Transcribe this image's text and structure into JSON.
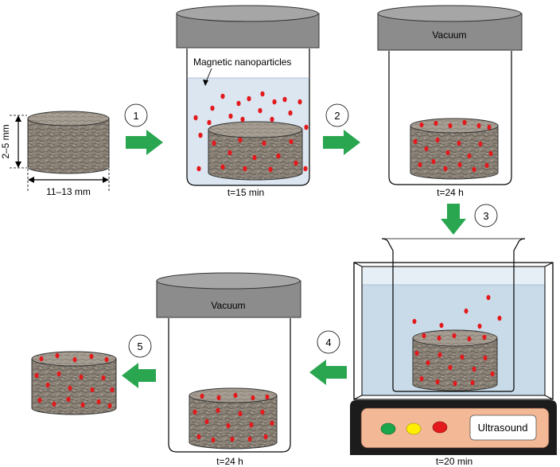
{
  "labels": {
    "dimension_height": "2–5 mm",
    "dimension_width": "11–13 mm",
    "nanoparticles": "Magnetic nanoparticles",
    "vacuum": "Vacuum",
    "ultrasound": "Ultrasound"
  },
  "steps": [
    "1",
    "2",
    "3",
    "4",
    "5"
  ],
  "times": {
    "t1": "t=15 min",
    "t2": "t=24 h",
    "t3": "t=20 min",
    "t4": "t=24 h"
  },
  "colors": {
    "arrow": "#2aa650",
    "particle": "#e3191c",
    "solution": "#dbe6f1",
    "lid": "#8c8c8c",
    "sample": "#8b8378",
    "device_panel": "#f3b895",
    "device_base": "#1c1c1c",
    "led_green": "#1aa64a",
    "led_yellow": "#ffee00",
    "led_red": "#e3191c"
  }
}
